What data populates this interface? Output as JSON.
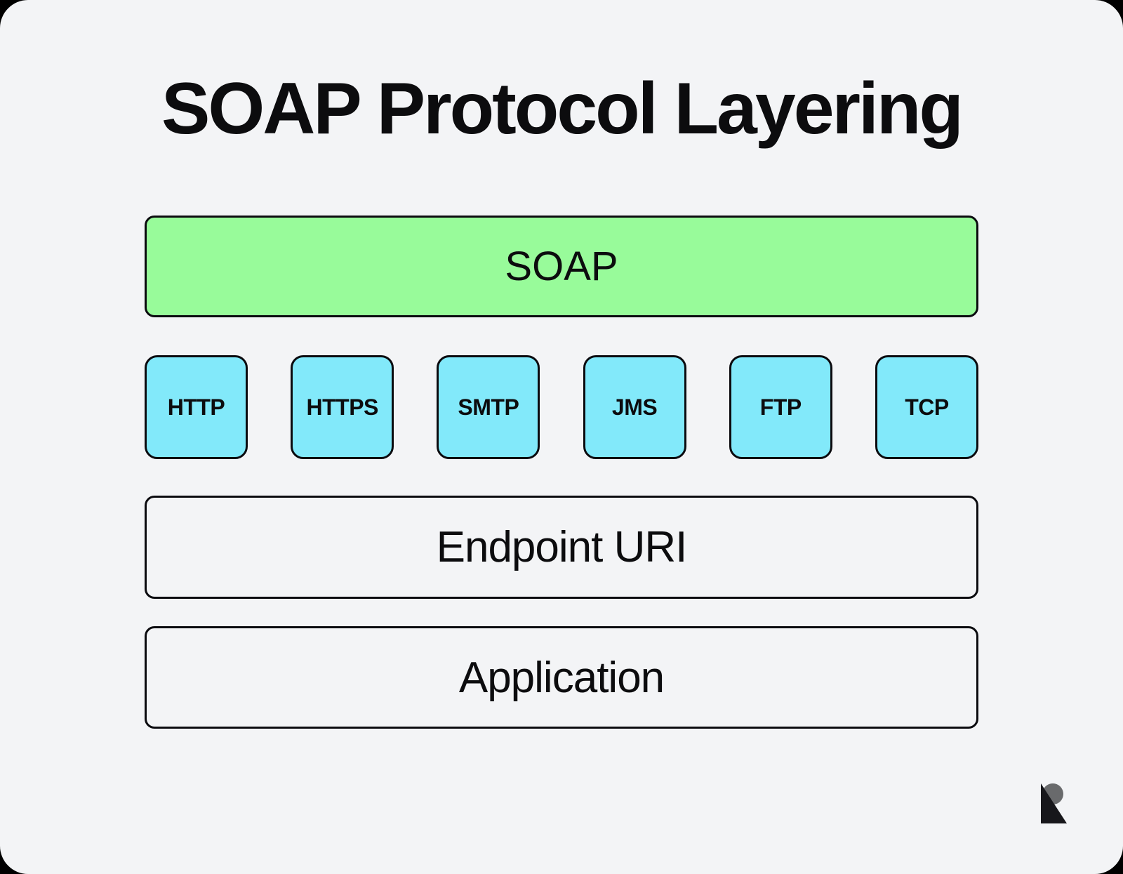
{
  "title": "SOAP Protocol Layering",
  "colors": {
    "page_background": "#f3f4f6",
    "outer_background": "#000000",
    "box_border": "#0b0b0f",
    "soap_green": "#98fb9a",
    "protocol_cyan": "#82e9fa",
    "text": "#0c0c0e",
    "logo_gray": "#696a6c",
    "logo_black": "#17171b"
  },
  "diagram": {
    "soap_layer": {
      "label": "SOAP"
    },
    "transport_protocols": [
      {
        "label": "HTTP"
      },
      {
        "label": "HTTPS"
      },
      {
        "label": "SMTP"
      },
      {
        "label": "JMS"
      },
      {
        "label": "FTP"
      },
      {
        "label": "TCP"
      }
    ],
    "endpoint_layer": {
      "label": "Endpoint URI"
    },
    "application_layer": {
      "label": "Application"
    }
  },
  "logo": {
    "name": "recraft-logo-mark"
  }
}
